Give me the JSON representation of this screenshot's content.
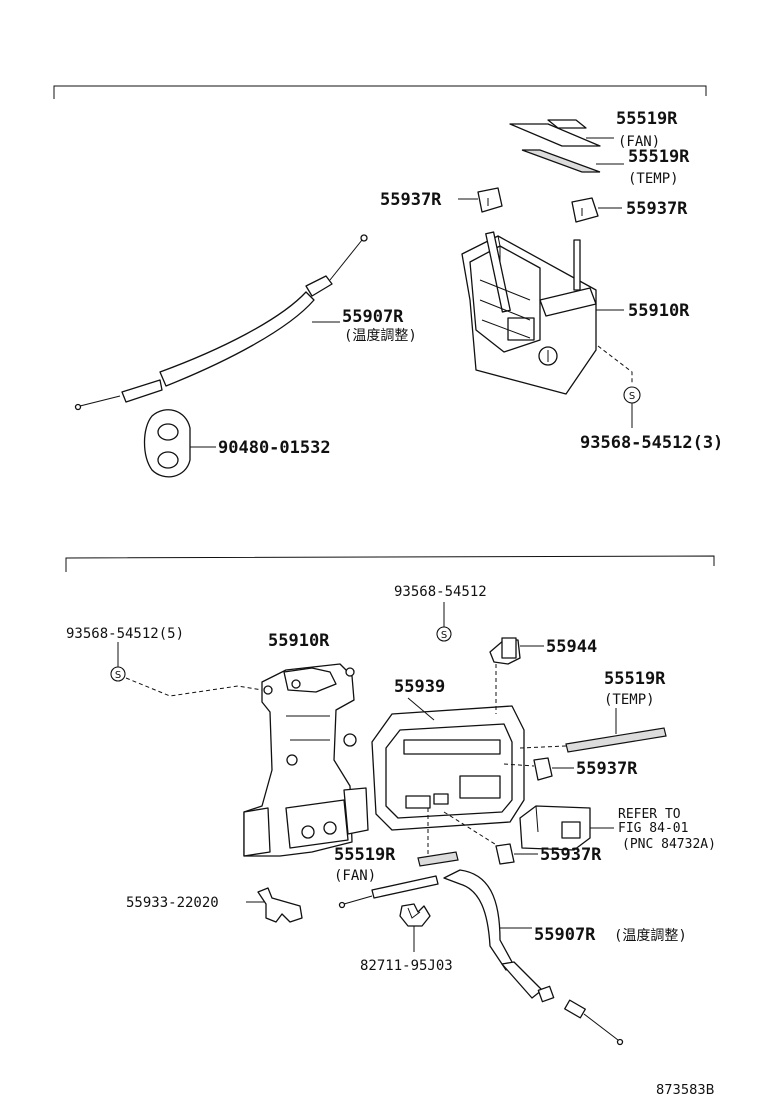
{
  "top_section": {
    "labels": {
      "knob_strip_fan": "55519R",
      "knob_strip_fan_note": "(FAN)",
      "knob_strip_temp": "55519R",
      "knob_strip_temp_note": "(TEMP)",
      "knob_left": "55937R",
      "knob_right": "55937R",
      "control_cable": "55907R",
      "control_cable_note": "(温度調整)",
      "control_assy": "55910R",
      "clamp": "90480-01532",
      "screw": "93568-54512(3)",
      "screw_symbol": "S"
    }
  },
  "bottom_section": {
    "labels": {
      "screw_top": "93568-54512",
      "screw_left": "93568-54512(5)",
      "control_assy": "55910R",
      "switch": "55944",
      "panel": "55939",
      "strip_temp": "55519R",
      "strip_temp_note": "(TEMP)",
      "knob_upper": "55937R",
      "refer_line1": "REFER TO",
      "refer_line2": "FIG 84-01",
      "refer_line3": "(PNC 84732A)",
      "strip_fan": "55519R",
      "strip_fan_note": "(FAN)",
      "knob_lower": "55937R",
      "clip": "55933-22020",
      "cable": "55907R",
      "cable_note": "(温度調整)",
      "clamp": "82711-95J03",
      "screw_symbol": "S"
    }
  },
  "diagram_code": "873583B"
}
